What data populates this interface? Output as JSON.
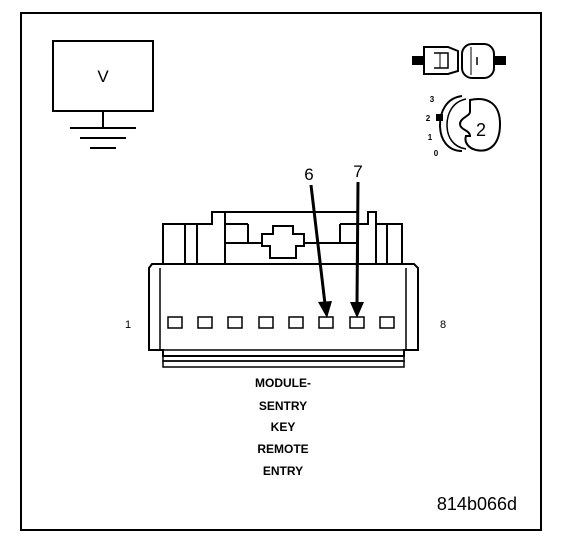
{
  "meter": {
    "symbol": "V"
  },
  "callouts": {
    "pin_a": "6",
    "pin_b": "7"
  },
  "connector": {
    "pin_first": "1",
    "pin_last": "8",
    "caption_lines": [
      "MODULE-",
      "SENTRY",
      "KEY",
      "REMOTE",
      "ENTRY"
    ]
  },
  "probe_icon": {
    "switch_positions": [
      "3",
      "2",
      "1",
      "0"
    ],
    "selected_position": "2",
    "badge": "2"
  },
  "figure_id": "814b066d"
}
